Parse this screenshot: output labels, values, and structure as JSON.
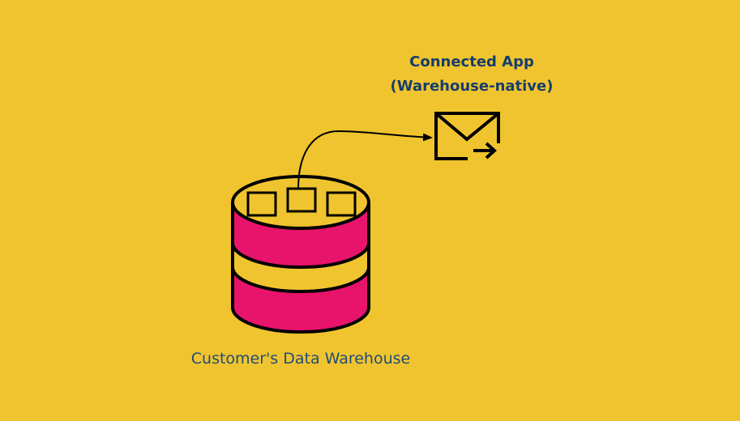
{
  "diagram": {
    "source": {
      "label": "Customer's Data Warehouse",
      "icon": "database-icon"
    },
    "target": {
      "label_line1": "Connected App",
      "label_line2": "(Warehouse-native)",
      "icon": "email-send-icon"
    },
    "edge": {
      "from": "database-record",
      "to": "connected-app",
      "style": "curved-arrow"
    }
  },
  "colors": {
    "background": "#F0C42E",
    "database_band": "#E8136B",
    "database_fill": "#F0C42E",
    "outline": "#000000",
    "label_text": "#173D6E"
  }
}
